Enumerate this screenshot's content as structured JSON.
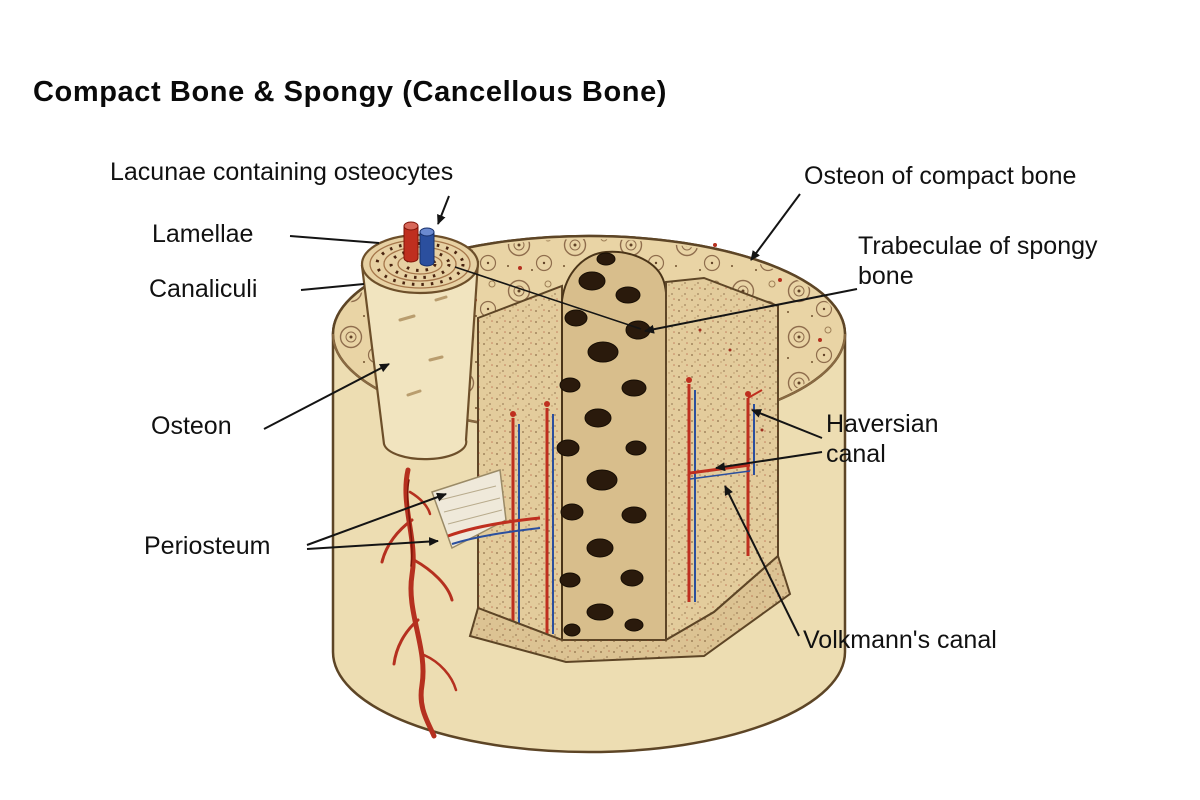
{
  "page": {
    "title": "Compact Bone & Spongy (Cancellous Bone)",
    "background": "#ffffff"
  },
  "diagram": {
    "name": "Cross-section of compact bone and spongy (cancellous) bone",
    "labels": {
      "lacunae": "Lacunae containing osteocytes",
      "lamellae": "Lamellae",
      "canaliculi": "Canaliculi",
      "osteon": "Osteon",
      "periosteum": "Periosteum",
      "osteon_of_compact_bone": "Osteon of compact bone",
      "trabeculae": "Trabeculae of spongy bone",
      "haversian": "Haversian canal",
      "volkmann": "Volkmann's canal"
    },
    "colors": {
      "bone_surface": "#edddb2",
      "bone_top": "#e9d4a5",
      "cut_face": "#e3cc9c",
      "trabeculae": "#d8be8c",
      "marrow_space": "#2a1a0c",
      "vessel_red": "#bf2f1f",
      "vessel_blue": "#2b4f9e",
      "outline": "#5d4526",
      "label_text": "#111111"
    }
  }
}
